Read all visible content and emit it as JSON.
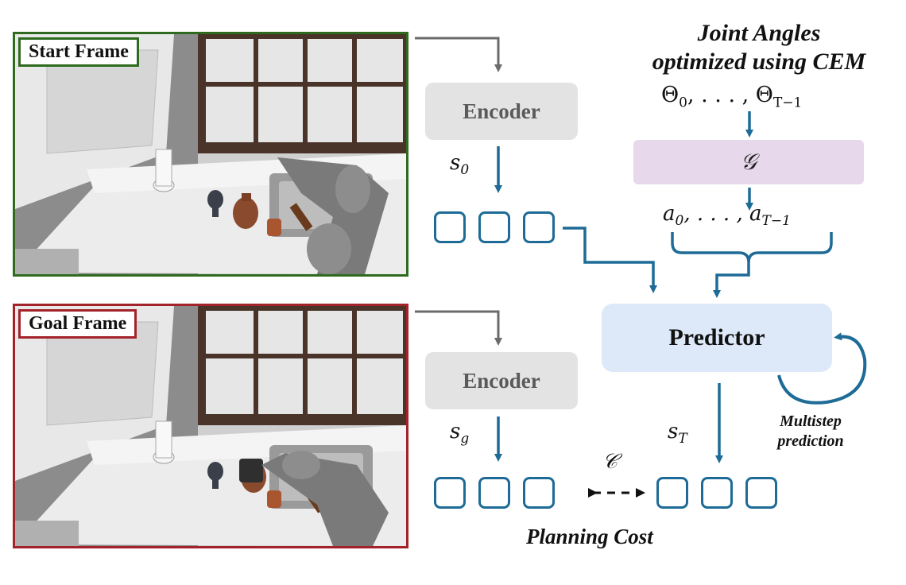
{
  "start_frame": {
    "label": "Start Frame",
    "border_color": "#2e6b1f"
  },
  "goal_frame": {
    "label": "Goal Frame",
    "border_color": "#a3232a"
  },
  "encoder_top": {
    "label": "Encoder"
  },
  "encoder_bottom": {
    "label": "Encoder"
  },
  "joint_angles": {
    "line1": "Joint Angles",
    "line2": "optimized using CEM",
    "theta_0": "Θ",
    "theta_sub0": "0",
    "theta_mid": ", . . . , Θ",
    "theta_subT": "T−1"
  },
  "g_box": {
    "label": "𝒢"
  },
  "actions": {
    "a_0": "a",
    "a_sub0": "0",
    "a_mid": ", . . . , a",
    "a_subT": "T−1"
  },
  "predictor": {
    "label": "Predictor"
  },
  "multistep": {
    "line1": "Multistep",
    "line2": "prediction"
  },
  "s0": {
    "sym": "s",
    "sub": "0"
  },
  "sg": {
    "sym": "s",
    "sub": "g"
  },
  "sT": {
    "sym": "s",
    "sub": "T"
  },
  "cost_symbol": "𝒞",
  "planning_cost": "Planning Cost",
  "colors": {
    "arrow_blue": "#1d6b96",
    "arrow_gray": "#6b6b6b",
    "token_border": "#1d6b96"
  }
}
